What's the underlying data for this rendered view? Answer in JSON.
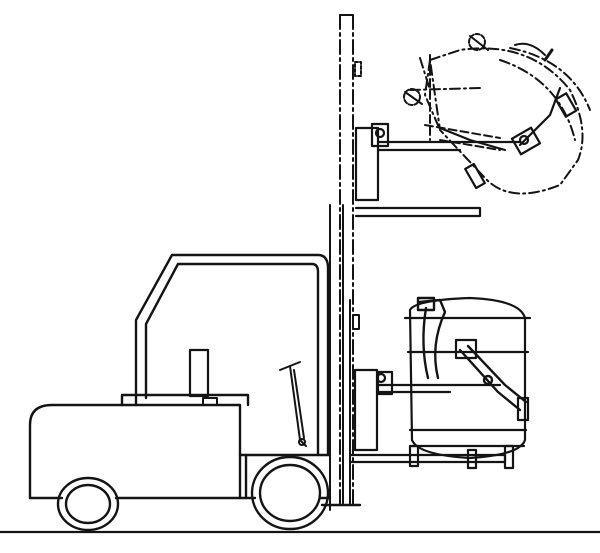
{
  "figure": {
    "subject": "forklift-with-drum-rotator-attachment",
    "ink_color": "#141414",
    "paper_color": "#ffffff",
    "has_text_labels": false,
    "positions_shown": [
      "lowered-carrying",
      "raised-tilted-dumping"
    ]
  }
}
